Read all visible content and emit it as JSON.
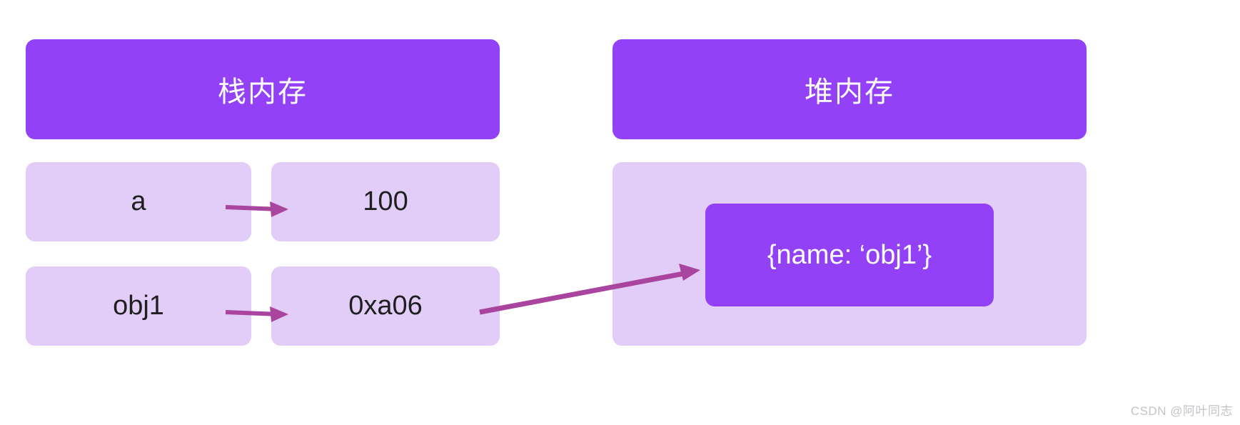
{
  "diagram": {
    "title_left": "栈内存",
    "title_right": "堆内存",
    "watermark": "CSDN @阿叶同志",
    "colors": {
      "header_purple": "#9341f6",
      "cell_lavender": "#e2cdf9",
      "arrow_magenta": "#a9449f",
      "text_dark": "#1f1f1f",
      "text_white": "#ffffff",
      "watermark_gray": "#c3c3c8",
      "background": "#ffffff"
    }
  },
  "stack": {
    "header": "栈内存",
    "rows": [
      {
        "name": "a",
        "value": "100"
      },
      {
        "name": "obj1",
        "value": "0xa06"
      }
    ]
  },
  "heap": {
    "header": "堆内存",
    "object_label": "{name: ‘obj1’}"
  },
  "arrows": [
    {
      "name": "arrow-a-to-100",
      "from": "a",
      "to": "100"
    },
    {
      "name": "arrow-obj1-to-address",
      "from": "obj1",
      "to": "0xa06"
    },
    {
      "name": "arrow-address-to-heap",
      "from": "0xa06",
      "to": "{name: ‘obj1’}"
    }
  ]
}
